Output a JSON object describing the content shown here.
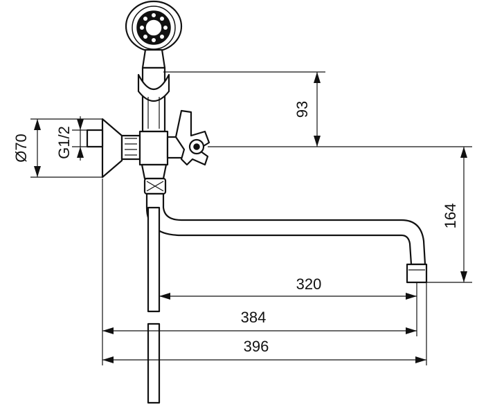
{
  "dimensions": {
    "diameter_flange": "Ø70",
    "thread": "G1/2",
    "height_shower": "93",
    "height_spout": "164",
    "reach_320": "320",
    "reach_384": "384",
    "reach_396": "396"
  }
}
